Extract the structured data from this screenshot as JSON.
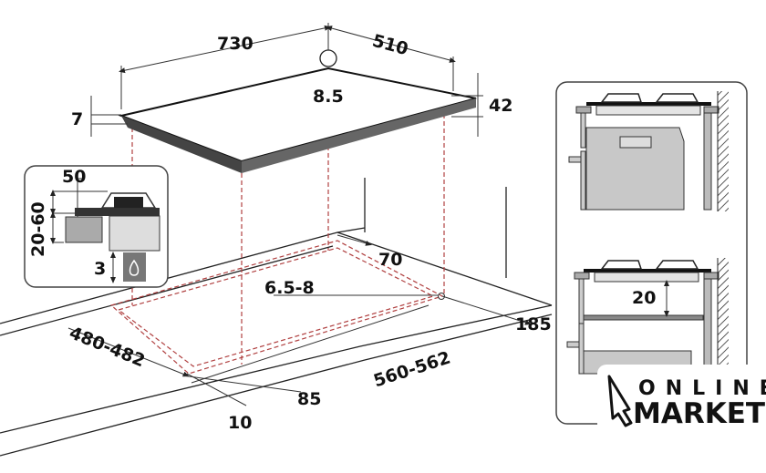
{
  "main_view": {
    "hob_width": "730",
    "hob_depth": "510",
    "gas_inlet": "8.5",
    "glass_thickness": "7",
    "hob_height": "42",
    "cutout_back_distance": "70",
    "bracket_position": "6.5-8",
    "side_distance": "185",
    "cutout_depth": "480-482",
    "cutout_width": "560-562",
    "front_distance": "85",
    "front_edge": "10"
  },
  "inset_detail": {
    "top_dimension": "50",
    "panel_range": "20-60",
    "gap": "3"
  },
  "side_view": {
    "clearance": "20"
  },
  "watermark": {
    "line1": "ONLINE",
    "line2": "MARKET"
  },
  "colors": {
    "dash": "#b04040",
    "grey_fill": "#c8c8c8",
    "dark_fill": "#333333"
  }
}
